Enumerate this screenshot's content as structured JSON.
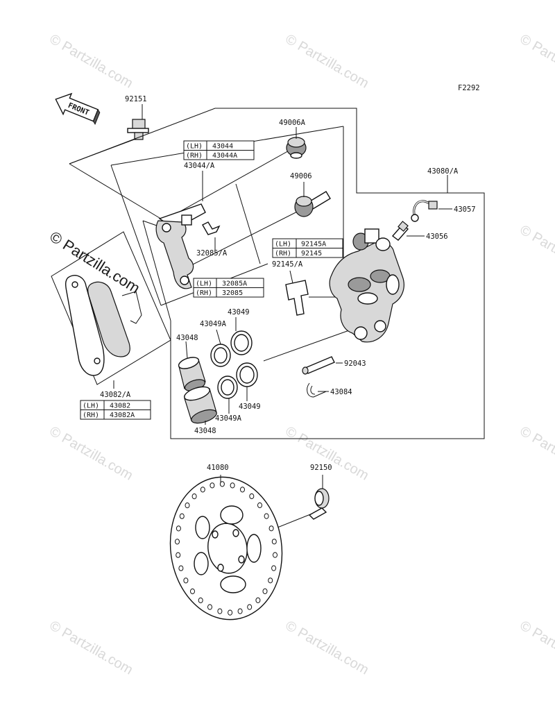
{
  "figure_code": "F2292",
  "front_label": "FRONT",
  "watermark_text": "© Partzilla.com",
  "labels": {
    "p92151": "92151",
    "p49006A": "49006A",
    "p43044A": "43044/A",
    "p49006": "49006",
    "p43080A": "43080/A",
    "p43057": "43057",
    "p43056": "43056",
    "p32085A": "32085/A",
    "p92145A": "92145/A",
    "p43049_top": "43049",
    "p43049A_top": "43049A",
    "p43048_top": "43048",
    "p92043": "92043",
    "p43084": "43084",
    "p43049_bot": "43049",
    "p43049A_bot": "43049A",
    "p43048_bot": "43048",
    "p43082A": "43082/A",
    "p41080": "41080",
    "p92150": "92150"
  },
  "tables": {
    "t43044": {
      "rows": [
        {
          "side": "(LH)",
          "part": "43044"
        },
        {
          "side": "(RH)",
          "part": "43044A"
        }
      ]
    },
    "t92145": {
      "rows": [
        {
          "side": "(LH)",
          "part": "92145A"
        },
        {
          "side": "(RH)",
          "part": "92145"
        }
      ]
    },
    "t32085": {
      "rows": [
        {
          "side": "(LH)",
          "part": "32085A"
        },
        {
          "side": "(RH)",
          "part": "32085"
        }
      ]
    },
    "t43082": {
      "rows": [
        {
          "side": "(LH)",
          "part": "43082"
        },
        {
          "side": "(RH)",
          "part": "43082A"
        }
      ]
    }
  }
}
